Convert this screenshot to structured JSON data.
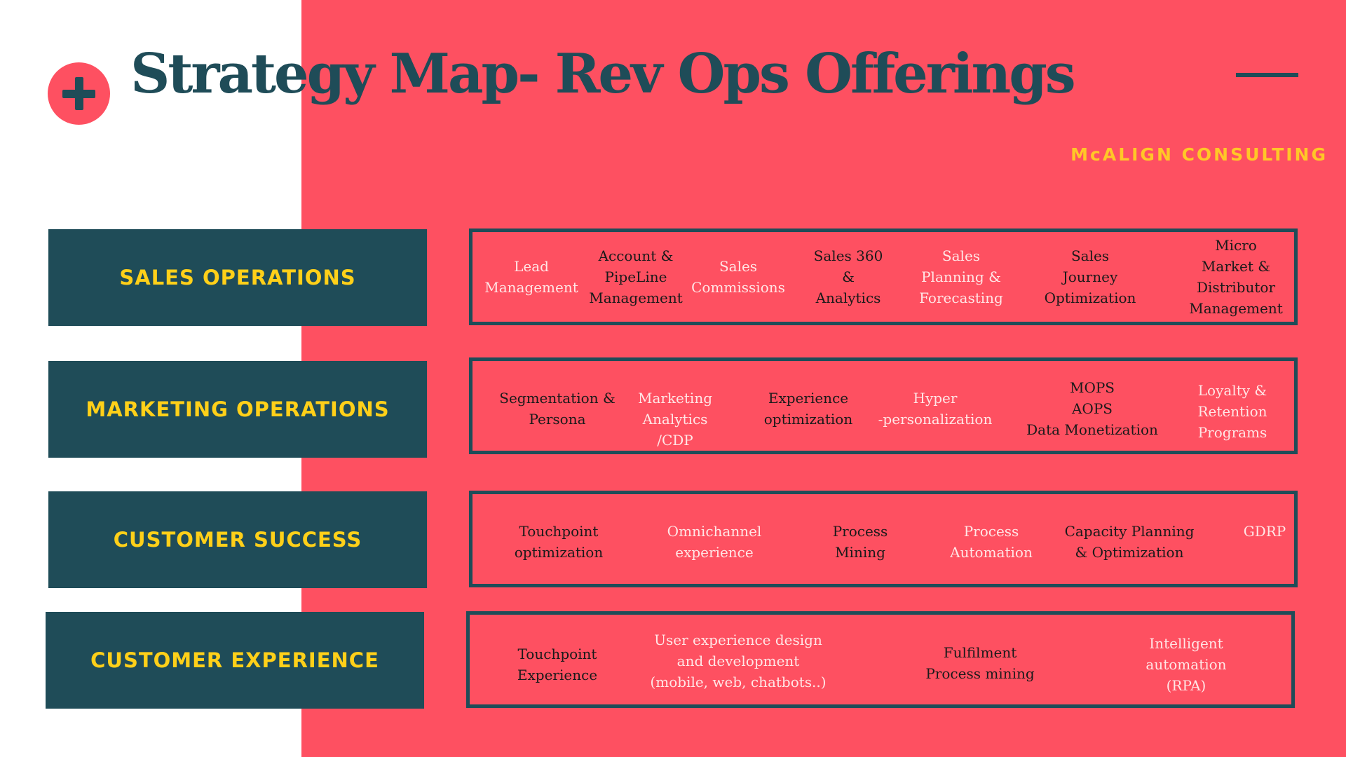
{
  "header": {
    "title": "Strategy Map- Rev Ops Offerings",
    "brand": "McALIGN CONSULTING"
  },
  "icons": {
    "badge": "plus-icon",
    "top_right": "minus-dash-icon"
  },
  "colors": {
    "coral": "#fe5061",
    "teal": "#1f4c58",
    "yellow": "#ffd019",
    "white": "#ffffff"
  },
  "rows": [
    {
      "category": "SALES OPERATIONS",
      "items": [
        {
          "text": "Lead\nManagement",
          "tone": "light"
        },
        {
          "text": "Account &\nPipeLine\nManagement",
          "tone": "dark"
        },
        {
          "text": "Sales\nCommissions",
          "tone": "light"
        },
        {
          "text": "Sales 360\n&\nAnalytics",
          "tone": "dark"
        },
        {
          "text": "Sales\nPlanning &\nForecasting",
          "tone": "light"
        },
        {
          "text": "Sales\nJourney\nOptimization",
          "tone": "dark"
        },
        {
          "text": "Micro Market &\nDistributor\nManagement",
          "tone": "dark"
        }
      ]
    },
    {
      "category": "MARKETING OPERATIONS",
      "items": [
        {
          "text": "Segmentation &\nPersona",
          "tone": "dark"
        },
        {
          "text": "Marketing\nAnalytics\n/CDP",
          "tone": "light"
        },
        {
          "text": "Experience\noptimization",
          "tone": "dark"
        },
        {
          "text": "Hyper\n-personalization",
          "tone": "light"
        },
        {
          "text": "MOPS\nAOPS\nData Monetization",
          "tone": "dark"
        },
        {
          "text": "Loyalty &\nRetention\nPrograms",
          "tone": "light"
        }
      ]
    },
    {
      "category": "CUSTOMER SUCCESS",
      "items": [
        {
          "text": "Touchpoint\noptimization",
          "tone": "dark"
        },
        {
          "text": "Omnichannel\nexperience",
          "tone": "light"
        },
        {
          "text": "Process\nMining",
          "tone": "dark"
        },
        {
          "text": "Process\nAutomation",
          "tone": "light"
        },
        {
          "text": "Capacity Planning\n& Optimization",
          "tone": "dark"
        },
        {
          "text": "GDRP",
          "tone": "light"
        }
      ]
    },
    {
      "category": "CUSTOMER EXPERIENCE",
      "items": [
        {
          "text": "Touchpoint\nExperience",
          "tone": "dark"
        },
        {
          "text": "User experience design\nand development\n(mobile, web, chatbots..)",
          "tone": "light"
        },
        {
          "text": "Fulfilment\nProcess mining",
          "tone": "dark"
        },
        {
          "text": "Intelligent automation\n(RPA)",
          "tone": "light"
        }
      ]
    }
  ]
}
